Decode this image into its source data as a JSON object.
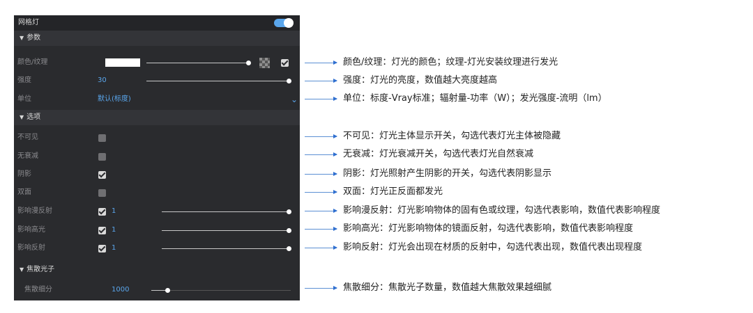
{
  "panel": {
    "title": "网格灯",
    "sections": {
      "params": "参数",
      "options": "选项",
      "caustics": "焦散光子"
    },
    "rows": {
      "color": {
        "label": "颜色/纹理"
      },
      "intensity": {
        "label": "强度",
        "value": "30"
      },
      "unit": {
        "label": "单位",
        "value": "默认(标度)"
      },
      "invisible": {
        "label": "不可见"
      },
      "no_decay": {
        "label": "无衰减"
      },
      "shadow": {
        "label": "阴影"
      },
      "double_sided": {
        "label": "双面"
      },
      "affect_diffuse": {
        "label": "影响漫反射",
        "value": "1"
      },
      "affect_specular": {
        "label": "影响高光",
        "value": "1"
      },
      "affect_reflection": {
        "label": "影响反射",
        "value": "1"
      },
      "caustic_subdivs": {
        "label": "焦散细分",
        "value": "1000"
      }
    },
    "colors": {
      "accent": "#5aa6ec",
      "panel_bg": "#2a2b2e",
      "arrow": "#2f6fd0"
    }
  },
  "annotations": [
    "颜色/纹理：灯光的颜色；纹理-灯光安装纹理进行发光",
    "强度：灯光的亮度，数值越大亮度越高",
    "单位：标度-Vray标准；辐射量-功率（W）；发光强度-流明（lm）",
    "不可见：灯光主体显示开关，勾选代表灯光主体被隐藏",
    "无衰减：灯光衰减开关，勾选代表灯光自然衰减",
    "阴影：灯光照射产生阴影的开关，勾选代表阴影显示",
    "双面：灯光正反面都发光",
    "影响漫反射：灯光影响物体的固有色或纹理，勾选代表影响，数值代表影响程度",
    "影响高光：灯光影响物体的镜面反射，勾选代表影响，数值代表影响程度",
    "影响反射：灯光会出现在材质的反射中，勾选代表出现，数值代表出现程度",
    "焦散细分：焦散光子数量，数值越大焦散效果越细腻"
  ]
}
